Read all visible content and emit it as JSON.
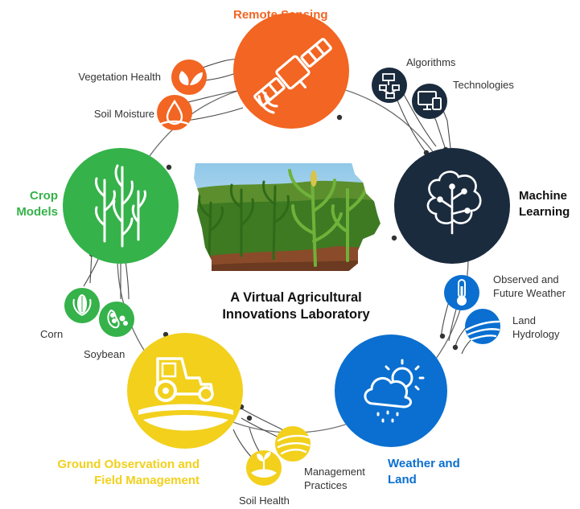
{
  "colors": {
    "remote_sensing": "#F26522",
    "machine_learning": "#1B2B3E",
    "weather_land": "#0A6FD0",
    "ground_observation": "#F2D01C",
    "crop_models": "#35B24A",
    "ring": "#6A6A6A"
  },
  "center": {
    "line1": "A Virtual Agricultural",
    "line2": "Innovations Laboratory"
  },
  "hubs": {
    "remote_sensing": {
      "label": "Remote Sensing",
      "icon": "satellite-icon"
    },
    "machine_learning": {
      "line1": "Machine",
      "line2": "Learning",
      "icon": "brain-circuit-icon"
    },
    "weather_land": {
      "line1": "Weather and",
      "line2": "Land",
      "icon": "cloud-sun-icon"
    },
    "ground_observation": {
      "line1": "Ground Observation and",
      "line2": "Field Management",
      "icon": "tractor-icon"
    },
    "crop_models": {
      "line1": "Crop",
      "line2": "Models",
      "icon": "corn-plant-icon"
    }
  },
  "satellites": {
    "vegetation_health": {
      "label": "Vegetation Health",
      "icon": "leaves-icon"
    },
    "soil_moisture": {
      "label": "Soil Moisture",
      "icon": "water-drop-icon"
    },
    "algorithms": {
      "label": "Algorithms",
      "icon": "flowchart-icon"
    },
    "technologies": {
      "label": "Technologies",
      "icon": "computer-icon"
    },
    "observed_weather": {
      "line1": "Observed and",
      "line2": "Future Weather",
      "icon": "thermometer-icon"
    },
    "land_hydrology": {
      "line1": "Land",
      "line2": "Hydrology",
      "icon": "river-icon"
    },
    "management_practices": {
      "line1": "Management",
      "line2": "Practices",
      "icon": "plowed-field-icon"
    },
    "soil_health": {
      "label": "Soil Health",
      "icon": "sprout-icon"
    },
    "corn": {
      "label": "Corn",
      "icon": "corn-cob-icon"
    },
    "soybean": {
      "label": "Soybean",
      "icon": "soybean-icon"
    }
  }
}
